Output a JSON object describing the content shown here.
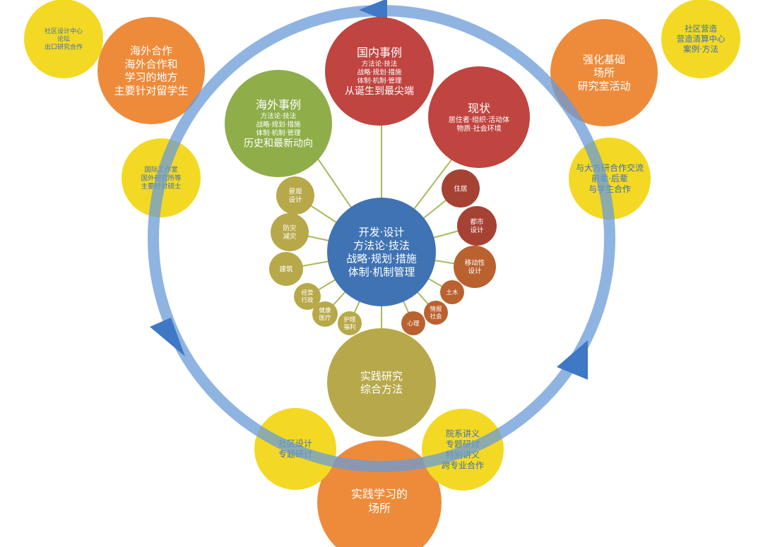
{
  "diagram": {
    "colors": {
      "ring": "#6a9bd8",
      "ring_arrow": "#3f78c4",
      "spoke": "#a9b95c",
      "center": "#3f73b3",
      "red": "#c0443f",
      "green": "#8fae4a",
      "orange": "#ee8b3a",
      "yellow": "#f3d923",
      "olive": "#b7a94a",
      "brown": "#b9622f",
      "dark_red": "#a64234",
      "text_light": "#ffffff",
      "text_dark": "#3f6fb0"
    },
    "center": {
      "lines": [
        "开发·设计",
        "方法论·技法",
        "战略·规划·措施",
        "体制·机制管理"
      ]
    },
    "domestic_cases": {
      "title": "国内事例",
      "items": [
        "方法论·技法",
        "战略·规划·措施",
        "体制·机制·管理"
      ],
      "footer": "从诞生到最尖端"
    },
    "overseas_cases": {
      "title": "海外事例",
      "items": [
        "方法论·技法",
        "战略·规划·措施",
        "体制·机制·管理"
      ],
      "footer": "历史和最新动向"
    },
    "current_status": {
      "title": "现状",
      "items": [
        "居住者·组织·活动体",
        "物质·社会环境"
      ]
    },
    "practice_research": {
      "lines": [
        "实践研究",
        "综合方法"
      ]
    },
    "overseas_cooperation": {
      "lines": [
        "海外合作",
        "海外合作和",
        "学习的地方",
        "主要针对留学生"
      ]
    },
    "strengthen_base": {
      "lines": [
        "强化基础",
        "场所",
        "研究室活动"
      ]
    },
    "practice_learning": {
      "lines": [
        "实践学习的",
        "场所"
      ]
    },
    "yellow_top_left": {
      "lines": [
        "社区设计中心",
        "论坛",
        "出口研究合作"
      ]
    },
    "yellow_mid_left": {
      "lines": [
        "国际工作室",
        "国外研究所等",
        "主要针对硕士"
      ]
    },
    "yellow_top_right": {
      "lines": [
        "社区营造",
        "营造清算中心",
        "案例·方法"
      ]
    },
    "yellow_mid_right": {
      "lines": [
        "与大方研合作交流",
        "前辈·后辈",
        "与学生合作"
      ]
    },
    "yellow_bottom_left": {
      "lines": [
        "社区设计",
        "专题研讨"
      ]
    },
    "yellow_bottom_right": {
      "lines": [
        "院系讲义",
        "专题研讨",
        "特别讲义",
        "跨专业合作"
      ]
    },
    "satellites": [
      {
        "lines": [
          "景观",
          "设计"
        ],
        "color": "olive"
      },
      {
        "lines": [
          "防灾",
          "减灾"
        ],
        "color": "olive"
      },
      {
        "lines": [
          "建筑"
        ],
        "color": "olive"
      },
      {
        "lines": [
          "经营",
          "行政"
        ],
        "color": "olive"
      },
      {
        "lines": [
          "健康",
          "医疗"
        ],
        "color": "olive"
      },
      {
        "lines": [
          "护理",
          "福利"
        ],
        "color": "olive"
      },
      {
        "lines": [
          "心理"
        ],
        "color": "brown"
      },
      {
        "lines": [
          "情报",
          "社会"
        ],
        "color": "brown"
      },
      {
        "lines": [
          "土木"
        ],
        "color": "brown"
      },
      {
        "lines": [
          "移动性",
          "设计"
        ],
        "color": "brown"
      },
      {
        "lines": [
          "都市",
          "设计"
        ],
        "color": "dark_red"
      },
      {
        "lines": [
          "住居"
        ],
        "color": "dark_red"
      }
    ]
  }
}
